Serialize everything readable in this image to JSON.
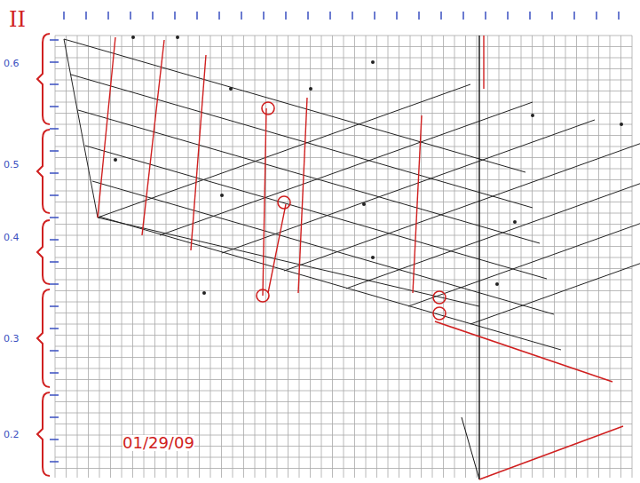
{
  "diagram": {
    "labels": [
      "II",
      "0.6",
      "0.5",
      "0.4",
      "0.3",
      "0.2",
      "01/29/09"
    ]
  }
}
